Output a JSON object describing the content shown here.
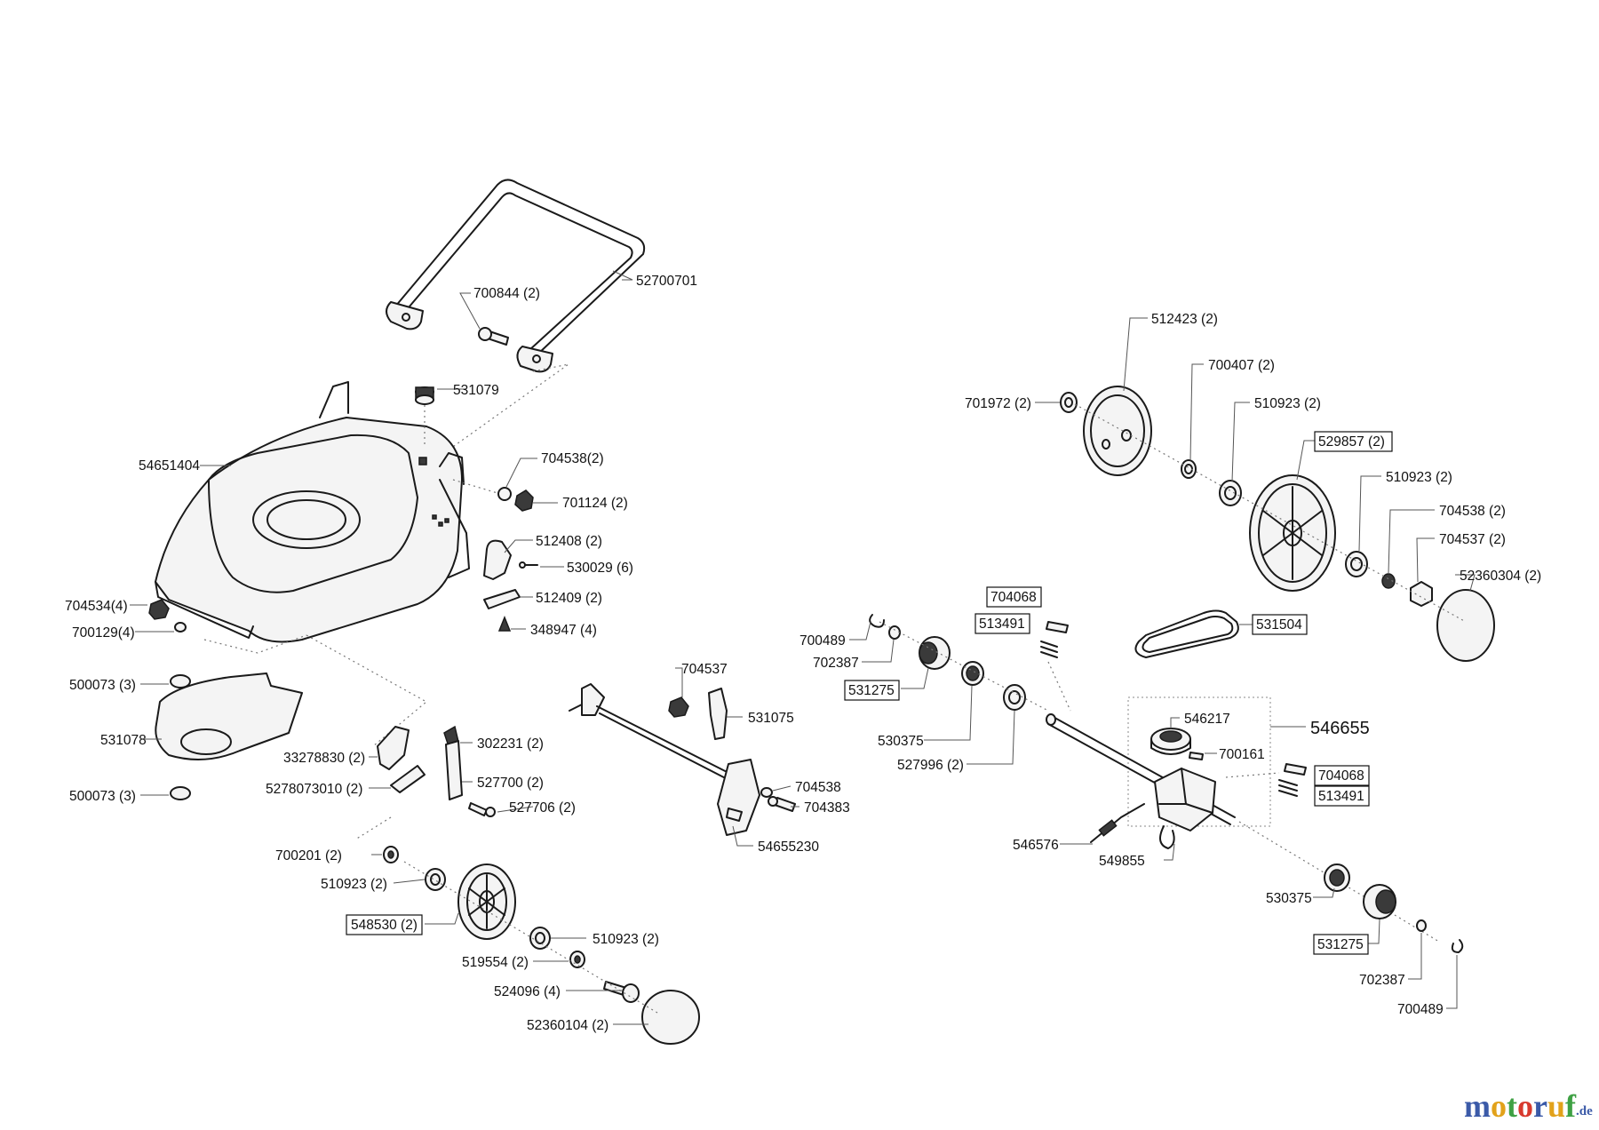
{
  "labels": {
    "l52700701": "52700701",
    "l700844": "700844 (2)",
    "l531079": "531079",
    "l54651404": "54651404",
    "l704538a": "704538(2)",
    "l701124": "701124 (2)",
    "l512408": "512408 (2)",
    "l530029": "530029 (6)",
    "l512409": "512409 (2)",
    "l348947": "348947 (4)",
    "l704534": "704534(4)",
    "l700129": "700129(4)",
    "l500073a": "500073 (3)",
    "l531078": "531078",
    "l500073b": "500073 (3)",
    "l33278830": "33278830 (2)",
    "l302231": "302231 (2)",
    "l5278073010": "5278073010 (2)",
    "l527700": "527700 (2)",
    "l527706": "527706 (2)",
    "l704537a": "704537",
    "l531075": "531075",
    "l704538b": "704538",
    "l704383": "704383",
    "l54655230": "54655230",
    "l700201": "700201 (2)",
    "l510923a": "510923 (2)",
    "l548530": "548530 (2)",
    "l510923b": "510923 (2)",
    "l519554": "519554 (2)",
    "l524096": "524096 (4)",
    "l52360104": "52360104 (2)",
    "l512423": "512423 (2)",
    "l700407": "700407 (2)",
    "l701972": "701972 (2)",
    "l510923c": "510923 (2)",
    "l529857": "529857 (2)",
    "l510923d": "510923 (2)",
    "l704538c": "704538 (2)",
    "l704537b": "704537 (2)",
    "l52360304": "52360304 (2)",
    "l704068a": "704068",
    "l513491a": "513491",
    "l531504": "531504",
    "l700489a": "700489",
    "l702387a": "702387",
    "l531275a": "531275",
    "l530375a": "530375",
    "l527996": "527996 (2)",
    "l546217": "546217",
    "l546655": "546655",
    "l700161": "700161",
    "l704068b": "704068",
    "l513491b": "513491",
    "l546576": "546576",
    "l549855": "549855",
    "l530375b": "530375",
    "l531275b": "531275",
    "l702387b": "702387",
    "l700489b": "700489"
  },
  "logo": {
    "main": "motoruf",
    "suffix": ".de"
  },
  "colors": {
    "logo_m": "#3b5aa8",
    "logo_o1": "#e2a21b",
    "logo_t": "#3fa144",
    "logo_o2": "#d83a2e",
    "logo_r": "#3b5aa8",
    "logo_u": "#e2a21b",
    "logo_f": "#3fa144"
  }
}
